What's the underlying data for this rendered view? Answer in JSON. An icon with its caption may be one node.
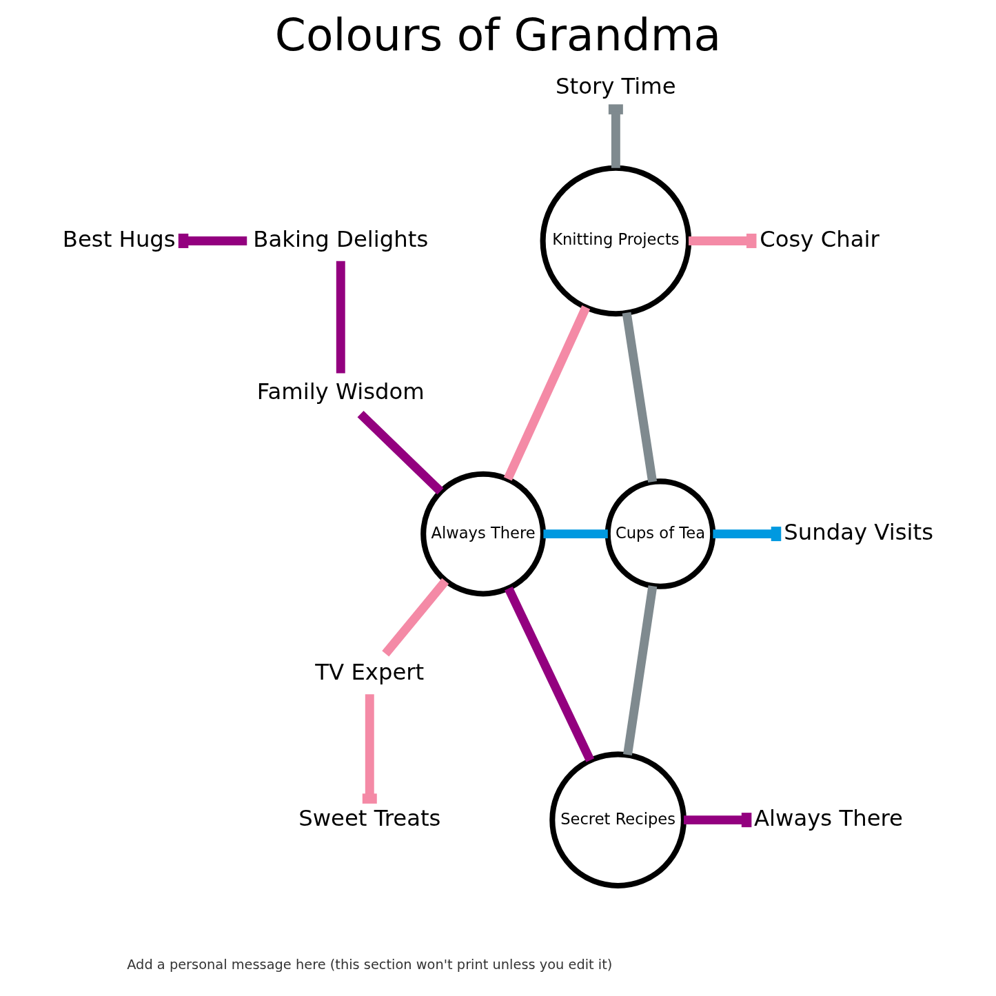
{
  "diagram": {
    "title": "Colours of Grandma",
    "caption": "Add a personal message here (this section won't print unless you edit it)",
    "nodes": [
      {
        "text": [
          "Story Time"
        ]
      },
      {
        "text": [
          "Baking Delights"
        ]
      },
      {
        "text": [
          "Cosy Chair"
        ]
      },
      {
        "text": [
          "Knitting Projects"
        ]
      },
      {
        "text": [
          "Best Hugs"
        ]
      },
      {
        "text": [
          "Family Wisdom"
        ]
      },
      {
        "text": [
          "Cups of Tea"
        ]
      },
      {
        "text": [
          "Always There"
        ]
      },
      {
        "text": [
          "Sunday Visits"
        ]
      },
      {
        "text": [
          "TV Expert"
        ]
      },
      {
        "text": [
          "Sweet Treats"
        ]
      },
      {
        "text": [
          "Always There"
        ]
      },
      {
        "text": [
          "Secret Recipes"
        ]
      }
    ],
    "edges": [
      {
        "from": 4,
        "to": 1,
        "arrow": "other",
        "color": "#93007f"
      },
      {
        "from": 1,
        "to": 5,
        "arrow": "none",
        "color": "#93007f"
      },
      {
        "from": 5,
        "to": 7,
        "arrow": "none",
        "color": "#93007f"
      },
      {
        "from": 7,
        "to": 12,
        "arrow": "none",
        "color": "#93007f"
      },
      {
        "from": 12,
        "to": 11,
        "arrow": "other",
        "color": "#93007f"
      },
      {
        "from": 3,
        "to": 2,
        "arrow": "other",
        "color": "#f48aa6"
      },
      {
        "from": 3,
        "to": 7,
        "arrow": "none",
        "color": "#f48aa6"
      },
      {
        "from": 7,
        "to": 9,
        "arrow": "none",
        "color": "#f48aa6"
      },
      {
        "from": 9,
        "to": 10,
        "arrow": "other",
        "color": "#f48aa6"
      },
      {
        "from": 0,
        "to": 3,
        "arrow": "other",
        "color": "#7f8a8f"
      },
      {
        "from": 3,
        "to": 6,
        "arrow": "none",
        "color": "#7f8a8f"
      },
      {
        "from": 6,
        "to": 12,
        "arrow": "none",
        "color": "#7f8a8f"
      },
      {
        "from": 7,
        "to": 6,
        "arrow": "none",
        "color": "#0099e0"
      },
      {
        "from": 6,
        "to": 8,
        "arrow": "other",
        "color": "#0099e0"
      }
    ]
  }
}
